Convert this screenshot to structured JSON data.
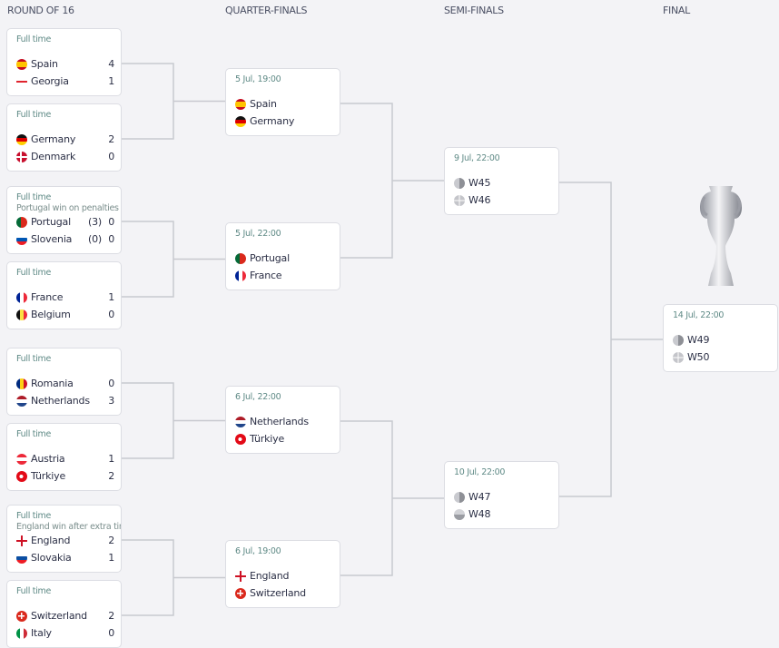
{
  "headers": [
    "ROUND OF 16",
    "QUARTER-FINALS",
    "SEMI-FINALS",
    "FINAL"
  ],
  "colors": {
    "line": "#c8c9cf",
    "card_border": "#dcdde3"
  },
  "r16": [
    {
      "label": "Full time",
      "teams": [
        {
          "name": "Spain",
          "flag": "spain",
          "score": "4"
        },
        {
          "name": "Georgia",
          "flag": "georgia",
          "score": "1"
        }
      ]
    },
    {
      "label": "Full time",
      "teams": [
        {
          "name": "Germany",
          "flag": "germany",
          "score": "2"
        },
        {
          "name": "Denmark",
          "flag": "denmark",
          "score": "0"
        }
      ]
    },
    {
      "label": "Full time",
      "note": "Portugal win on penalties",
      "teams": [
        {
          "name": "Portugal",
          "flag": "portugal",
          "pen": "(3)",
          "score": "0"
        },
        {
          "name": "Slovenia",
          "flag": "slovenia",
          "pen": "(0)",
          "score": "0"
        }
      ]
    },
    {
      "label": "Full time",
      "teams": [
        {
          "name": "France",
          "flag": "france",
          "score": "1"
        },
        {
          "name": "Belgium",
          "flag": "belgium",
          "score": "0"
        }
      ]
    },
    {
      "label": "Full time",
      "teams": [
        {
          "name": "Romania",
          "flag": "romania",
          "score": "0"
        },
        {
          "name": "Netherlands",
          "flag": "netherlands",
          "score": "3"
        }
      ]
    },
    {
      "label": "Full time",
      "teams": [
        {
          "name": "Austria",
          "flag": "austria",
          "score": "1"
        },
        {
          "name": "Türkiye",
          "flag": "turkiye",
          "score": "2"
        }
      ]
    },
    {
      "label": "Full time",
      "note": "England win after extra time",
      "teams": [
        {
          "name": "England",
          "flag": "england",
          "score": "2"
        },
        {
          "name": "Slovakia",
          "flag": "slovakia",
          "score": "1"
        }
      ]
    },
    {
      "label": "Full time",
      "teams": [
        {
          "name": "Switzerland",
          "flag": "switzerland",
          "score": "2"
        },
        {
          "name": "Italy",
          "flag": "italy",
          "score": "0"
        }
      ]
    }
  ],
  "qf": [
    {
      "label": "5 Jul, 19:00",
      "teams": [
        {
          "name": "Spain",
          "flag": "spain"
        },
        {
          "name": "Germany",
          "flag": "germany"
        }
      ]
    },
    {
      "label": "5 Jul, 22:00",
      "teams": [
        {
          "name": "Portugal",
          "flag": "portugal"
        },
        {
          "name": "France",
          "flag": "france"
        }
      ]
    },
    {
      "label": "6 Jul, 22:00",
      "teams": [
        {
          "name": "Netherlands",
          "flag": "netherlands"
        },
        {
          "name": "Türkiye",
          "flag": "turkiye"
        }
      ]
    },
    {
      "label": "6 Jul, 19:00",
      "teams": [
        {
          "name": "England",
          "flag": "england"
        },
        {
          "name": "Switzerland",
          "flag": "switzerland"
        }
      ]
    }
  ],
  "sf": [
    {
      "label": "9 Jul, 22:00",
      "teams": [
        {
          "name": "W45",
          "flag": "ph1"
        },
        {
          "name": "W46",
          "flag": "ph2"
        }
      ]
    },
    {
      "label": "10 Jul, 22:00",
      "teams": [
        {
          "name": "W47",
          "flag": "ph1"
        },
        {
          "name": "W48",
          "flag": "ph3"
        }
      ]
    }
  ],
  "final": [
    {
      "label": "14 Jul, 22:00",
      "teams": [
        {
          "name": "W49",
          "flag": "ph1"
        },
        {
          "name": "W50",
          "flag": "ph2"
        }
      ]
    }
  ]
}
